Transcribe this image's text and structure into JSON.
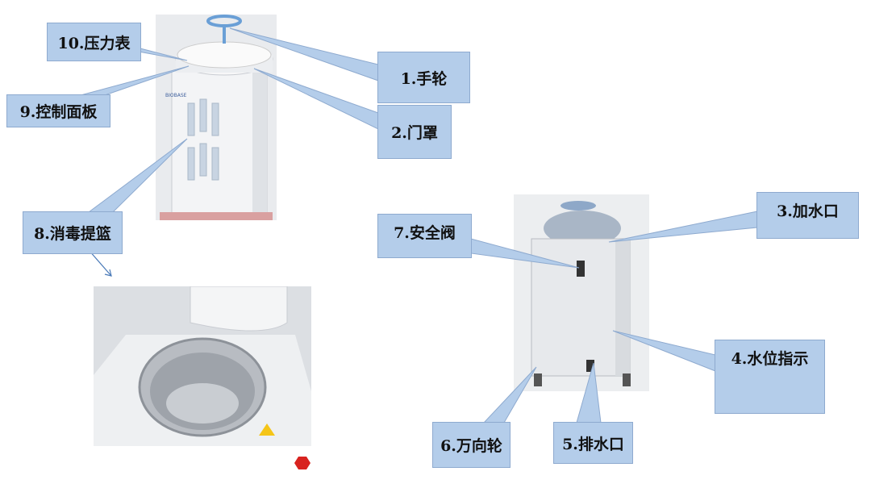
{
  "callouts": {
    "c1": "1.手轮",
    "c2": "2.门罩",
    "c3": "3.加水口",
    "c4": "4.水位指示",
    "c5": "5.排水口",
    "c6": "6.万向轮",
    "c7": "7.安全阀",
    "c8": "8.消毒提篮",
    "c9": "9.控制面板",
    "c10": "10.压力表"
  },
  "photo_labels": {
    "brand": "BIOBASE"
  },
  "colors": {
    "callout_fill": "#b4cdea",
    "callout_border": "#8eaacf",
    "arrow": "#4a7ab8"
  }
}
